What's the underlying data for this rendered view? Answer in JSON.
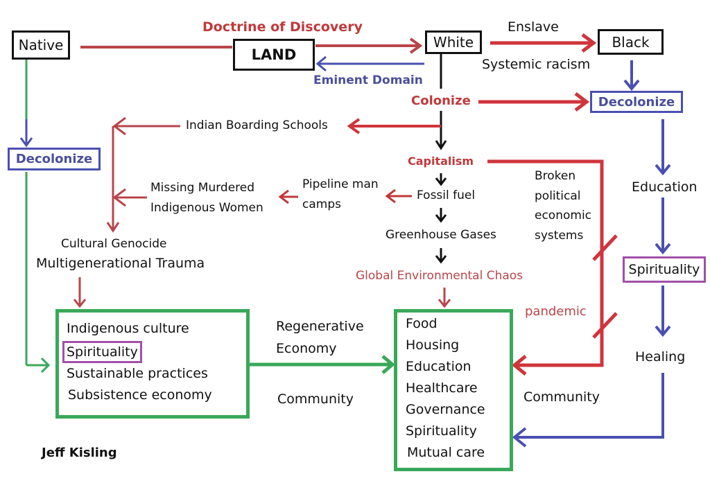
{
  "colors": {
    "red": "#d0343c",
    "blue": "#4a4fb0",
    "green": "#3aa85a",
    "purple": "#a050a8",
    "black": "#111111"
  },
  "nodes": {
    "native": "Native",
    "land": "LAND",
    "white": "White",
    "black": "Black",
    "decolonize_left": "Decolonize",
    "decolonize_right": "Decolonize",
    "spirituality_right": "Spirituality"
  },
  "labels": {
    "doctrine": "Doctrine of Discovery",
    "eminent_domain": "Eminent Domain",
    "enslave": "Enslave",
    "systemic_racism": "Systemic racism",
    "colonize": "Colonize",
    "boarding_schools": "Indian Boarding Schools",
    "capitalism": "Capitalism",
    "mmiw_line1": "Missing Murdered",
    "mmiw_line2": "Indigenous Women",
    "pipeline_line1": "Pipeline man",
    "pipeline_line2": "camps",
    "fossil_fuel": "Fossil fuel",
    "greenhouse": "Greenhouse Gases",
    "chaos": "Global Environmental Chaos",
    "broken": [
      "Broken",
      "political",
      "economic",
      "systems"
    ],
    "cultural_genocide": "Cultural Genocide",
    "trauma": "Multigenerational Trauma",
    "education": "Education",
    "healing": "Healing",
    "pandemic": "pandemic",
    "regenerative_line1": "Regenerative",
    "regenerative_line2": "Economy",
    "community_left": "Community",
    "community_right": "Community",
    "author": "Jeff Kisling"
  },
  "left_box": {
    "items": [
      "Indigenous culture",
      "Spirituality",
      "Sustainable practices",
      "Subsistence economy"
    ]
  },
  "right_box": {
    "items": [
      "Food",
      "Housing",
      "Education",
      "Healthcare",
      "Governance",
      "Spirituality",
      "Mutual care"
    ]
  }
}
